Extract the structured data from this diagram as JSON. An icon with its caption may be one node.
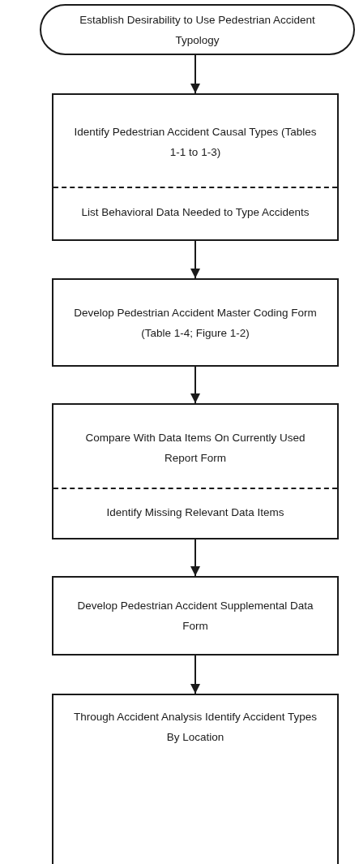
{
  "diagram": {
    "nodes": [
      {
        "text": [
          "Establish Desirability to Use Pedestrian Accident Typology"
        ]
      },
      {
        "text": [
          "Identify Pedestrian Accident Causal Types (Tables 1-1 to 1-3)",
          "List Behavioral Data Needed to Type Accidents"
        ]
      },
      {
        "text": [
          "Develop Pedestrian Accident Master Coding Form (Table 1-4; Figure 1-2)"
        ]
      },
      {
        "text": [
          "Compare With Data Items On Currently Used Report Form",
          "Identify Missing Relevant Data Items"
        ]
      },
      {
        "text": [
          "Develop Pedestrian Accident Supplemental Data Form"
        ]
      },
      {
        "text": [
          "Through Accident Analysis Identify Accident Types By Location"
        ]
      }
    ],
    "edges": [
      {
        "from": 0,
        "to": 1,
        "arrow": "to"
      },
      {
        "from": 1,
        "to": 2,
        "arrow": "to"
      },
      {
        "from": 2,
        "to": 3,
        "arrow": "to"
      },
      {
        "from": 3,
        "to": 4,
        "arrow": "to"
      },
      {
        "from": 4,
        "to": 5,
        "arrow": "to"
      }
    ]
  }
}
